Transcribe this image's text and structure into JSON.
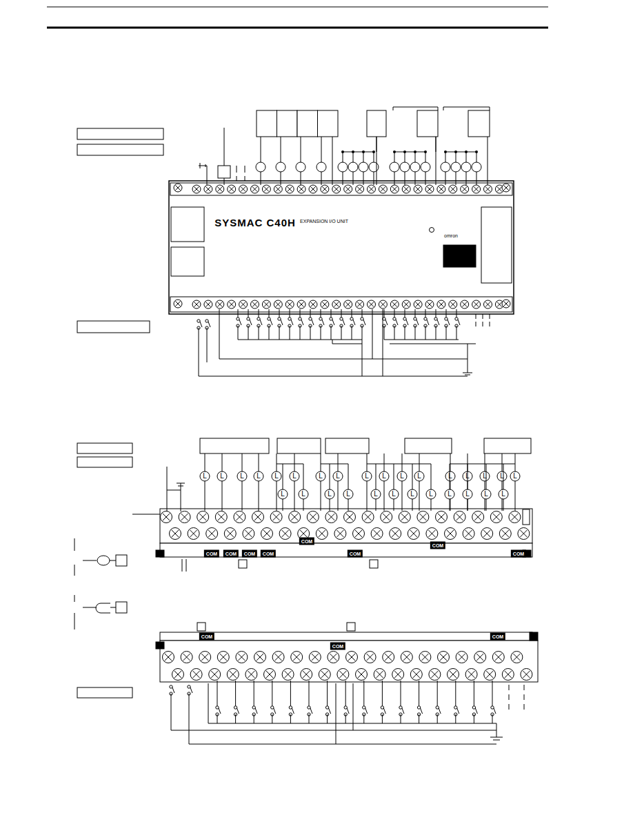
{
  "diagram": {
    "labels": [
      "SYSMAC C40H",
      "EXPANSION I/O UNIT",
      "omron",
      "COM",
      "COM",
      "COM",
      "COM",
      "COM",
      "COM",
      "COM",
      "COM",
      "COM",
      "COM",
      "COM",
      "L",
      "L",
      "L",
      "L",
      "L",
      "L",
      "L",
      "L",
      "L",
      "L",
      "L",
      "L",
      "L",
      "L",
      "L",
      "L",
      "L",
      "L",
      "L",
      "L",
      "L",
      "L",
      "L",
      "L",
      "L",
      "L",
      "L",
      "L",
      "L"
    ]
  }
}
